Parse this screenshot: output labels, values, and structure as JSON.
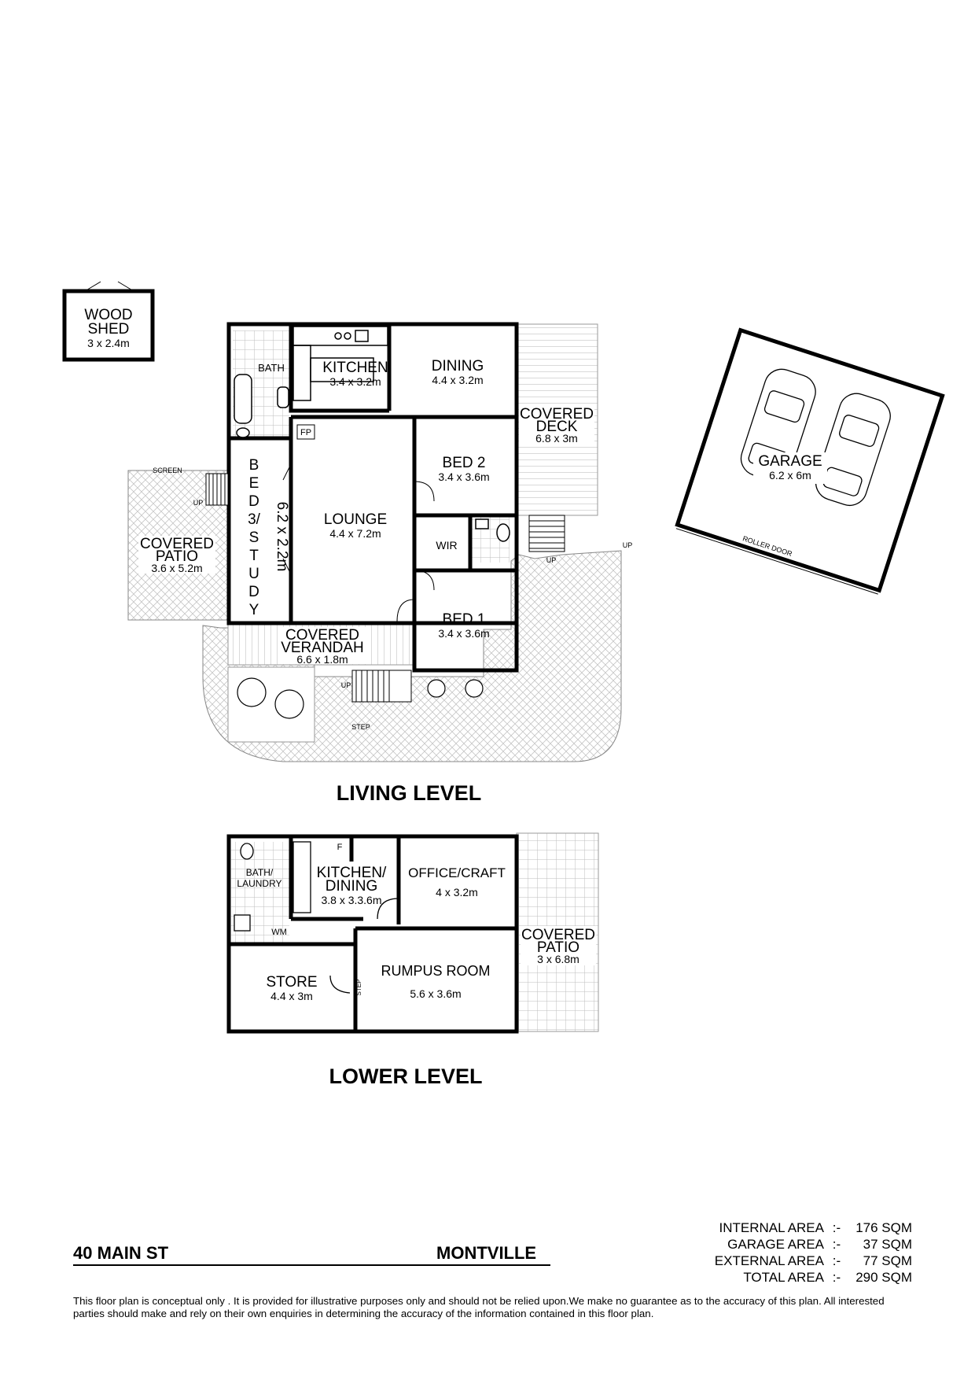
{
  "living_level": {
    "title": "LIVING LEVEL",
    "rooms": {
      "wood_shed": {
        "name_line1": "WOOD",
        "name_line2": "SHED",
        "size": "3 x 2.4m"
      },
      "bath": {
        "name": "BATH"
      },
      "kitchen": {
        "name": "KITCHEN",
        "size": "3.4 x 3.2m"
      },
      "dining": {
        "name": "DINING",
        "size": "4.4 x 3.2m"
      },
      "covered_deck": {
        "name_line1": "COVERED",
        "name_line2": "DECK",
        "size": "6.8 x 3m"
      },
      "fp": {
        "name": "FP"
      },
      "bed3": {
        "name_letters": [
          "B",
          "E",
          "D",
          "3/",
          "S",
          "T",
          "U",
          "D",
          "Y"
        ],
        "size": "6.2 x 2.2m"
      },
      "lounge": {
        "name": "LOUNGE",
        "size": "4.4 x 7.2m"
      },
      "bed2": {
        "name": "BED 2",
        "size": "3.4 x 3.6m"
      },
      "wir": {
        "name": "WIR"
      },
      "bed1": {
        "name": "BED 1",
        "size": "3.4 x 3.6m"
      },
      "covered_patio": {
        "name_line1": "COVERED",
        "name_line2": "PATIO",
        "size": "3.6 x 5.2m"
      },
      "covered_verandah": {
        "name_line1": "COVERED",
        "name_line2": "VERANDAH",
        "size": "6.6 x 1.8m"
      },
      "garage": {
        "name": "GARAGE",
        "size": "6.2 x 6m"
      }
    },
    "annotations": {
      "screen": "SCREEN",
      "up_patio": "UP",
      "up_deck": "UP",
      "up_path": "UP",
      "up_verandah": "UP",
      "step": "STEP",
      "roller_door": "ROLLER DOOR"
    }
  },
  "lower_level": {
    "title": "LOWER LEVEL",
    "rooms": {
      "bath_laundry": {
        "name_line1": "BATH/",
        "name_line2": "LAUNDRY"
      },
      "f": {
        "name": "F"
      },
      "kitchen_dining": {
        "name_line1": "KITCHEN/",
        "name_line2": "DINING",
        "size": "3.8 x 3.3.6m"
      },
      "office_craft": {
        "name": "OFFICE/CRAFT",
        "size": "4 x 3.2m"
      },
      "wm": {
        "name": "WM"
      },
      "store": {
        "name": "STORE",
        "size": "4.4 x 3m"
      },
      "rumpus": {
        "name": "RUMPUS ROOM",
        "size": "5.6 x 3.6m"
      },
      "covered_patio": {
        "name_line1": "COVERED",
        "name_line2": "PATIO",
        "size": "3 x 6.8m"
      },
      "step": {
        "name": "STEP"
      }
    }
  },
  "footer": {
    "address": "40 MAIN ST",
    "suburb": "MONTVILLE",
    "areas": [
      {
        "label": "INTERNAL AREA",
        "sep": ":-",
        "value": "176 SQM"
      },
      {
        "label": "GARAGE AREA",
        "sep": ":-",
        "value": "37 SQM"
      },
      {
        "label": "EXTERNAL AREA",
        "sep": ":-",
        "value": "77 SQM"
      },
      {
        "label": "TOTAL AREA",
        "sep": ":-",
        "value": "290 SQM"
      }
    ],
    "disclaimer": "This floor plan  is conceptual only . It is provided for illustrative purposes only and should not be relied upon.We make no guarantee as to the accuracy of this plan. All interested parties should make and rely on their own enquiries in determining the accuracy of the information contained in this floor plan."
  }
}
